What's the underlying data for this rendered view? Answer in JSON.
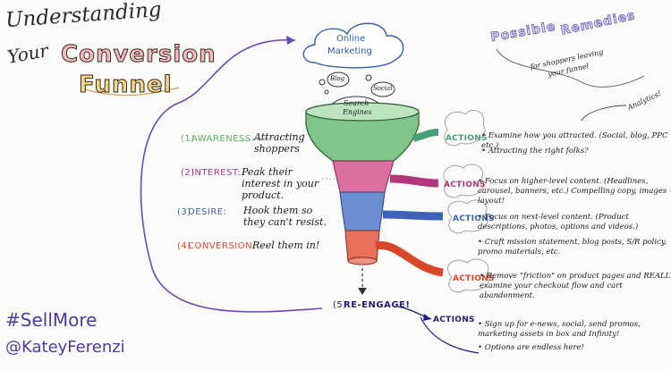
{
  "title": {
    "line1": "Understanding",
    "line2": "Your",
    "line3": "Conversion",
    "line4": "Funnel"
  },
  "cloud": {
    "label_line1": "Online",
    "label_line2": "Marketing"
  },
  "bubbles": {
    "blog": "Blog",
    "social": "Social",
    "search_line1": "Search",
    "search_line2": "Engines"
  },
  "stages": [
    {
      "num": "1",
      "name": "Awareness",
      "desc": "Attracting shoppers",
      "color": "#5fae6a"
    },
    {
      "num": "2",
      "name": "Interest:",
      "desc": "Peak their interest in your product.",
      "color": "#b3357b"
    },
    {
      "num": "3",
      "name": "Desire:",
      "desc": "Hook them so they can't resist.",
      "color": "#3d63b8"
    },
    {
      "num": "4",
      "name": "Conversion:",
      "desc": "Reel them in!",
      "color": "#d9472b"
    },
    {
      "num": "5",
      "name": "Re-Engage!",
      "desc": "",
      "color": "#20207a"
    }
  ],
  "remedies": {
    "title_line1": "Possible",
    "title_line2": "Remedies",
    "subtitle_line1": "for shoppers leaving",
    "subtitle_line2": "your funnel"
  },
  "analytics_label": "Analytics!",
  "actions_label": "Actions",
  "actions": [
    {
      "color": "#4aa07a",
      "items": [
        "Examine how you attracted. (Social, blog, PPC etc.)",
        "Attracting the right folks?"
      ]
    },
    {
      "color": "#b3357b",
      "items": [
        "Focus on higher-level content. (Headlines, carousel, banners, etc.) Compelling copy, images + layout!"
      ]
    },
    {
      "color": "#3d63b8",
      "items": [
        "Focus on next-level content. (Product descriptions, photos, options and videos.)",
        "Craft mission statement, blog posts, S/R policy, promo materials, etc."
      ]
    },
    {
      "color": "#d9472b",
      "items": [
        "Remove \"friction\" on product pages and REALLY examine your checkout flow and cart abandonment."
      ]
    },
    {
      "color": "#20207a",
      "items": [
        "Sign up for e-news, social, send promos, marketing assets in box and Infinity!",
        "Options are endless here!"
      ]
    }
  ],
  "hashtag": "#SellMore",
  "handle": "@KateyFerenzi"
}
